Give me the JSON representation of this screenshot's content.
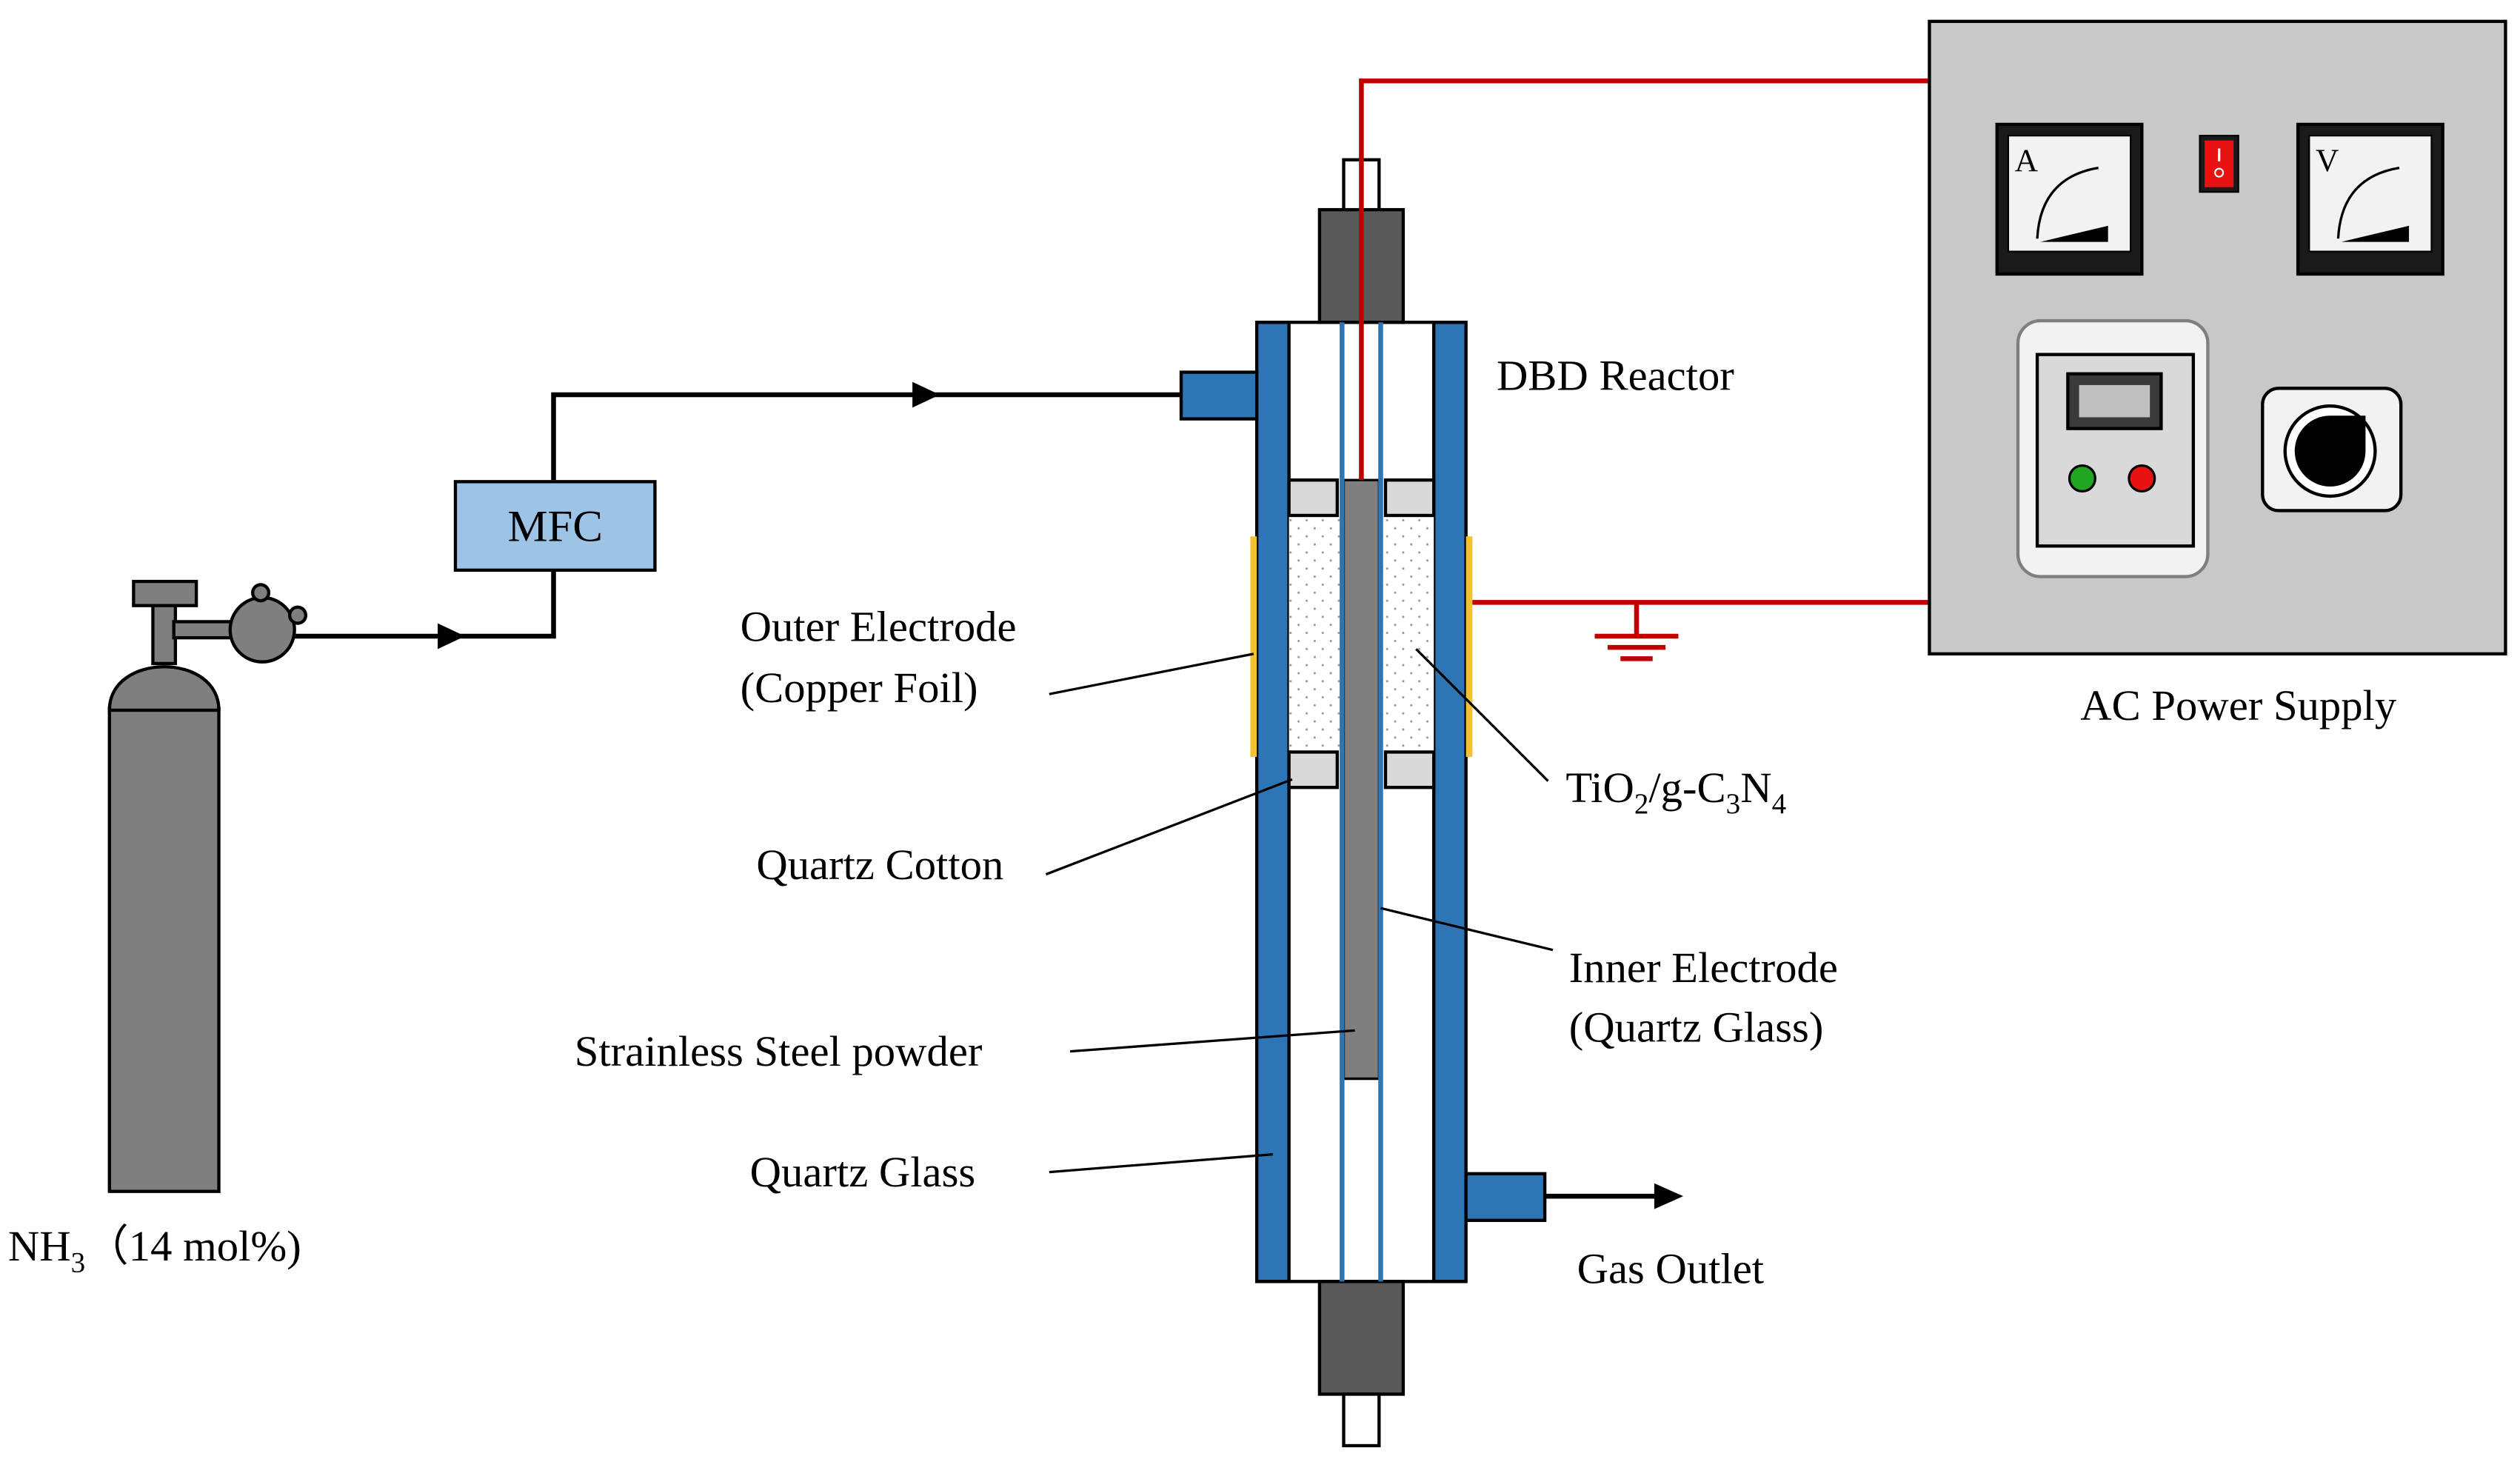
{
  "colors": {
    "wire": "#c00000",
    "blue": "#2e75b6",
    "light_blue": "#9dc3e6",
    "gray": "#7f7f7f",
    "dark_gray": "#595959",
    "panel_gray": "#c8c8c8",
    "copper": "#f2c230",
    "switch_red": "#e81212",
    "led_green": "#21a621",
    "led_red": "#e81212",
    "cotton": "#d9d9d9"
  },
  "labels": {
    "mfc": "MFC",
    "dbd_reactor": "DBD Reactor",
    "ac_power_supply": "AC Power Supply",
    "outer_electrode_1": "Outer Electrode",
    "outer_electrode_2": "(Copper Foil)",
    "catalyst_prefix": "TiO",
    "catalyst_sub1": "2",
    "catalyst_mid": "/g-C",
    "catalyst_sub2": "3",
    "catalyst_n": "N",
    "catalyst_sub3": "4",
    "quartz_cotton": "Quartz Cotton",
    "inner_electrode_1": "Inner Electrode",
    "inner_electrode_2": "(Quartz Glass)",
    "steel_powder": "Strainless Steel powder",
    "quartz_glass": "Quartz Glass",
    "gas_outlet": "Gas Outlet",
    "nh3_prefix": "NH",
    "nh3_sub": "3",
    "nh3_suffix": "（14 mol%)",
    "ammeter": "A",
    "voltmeter": "V"
  }
}
